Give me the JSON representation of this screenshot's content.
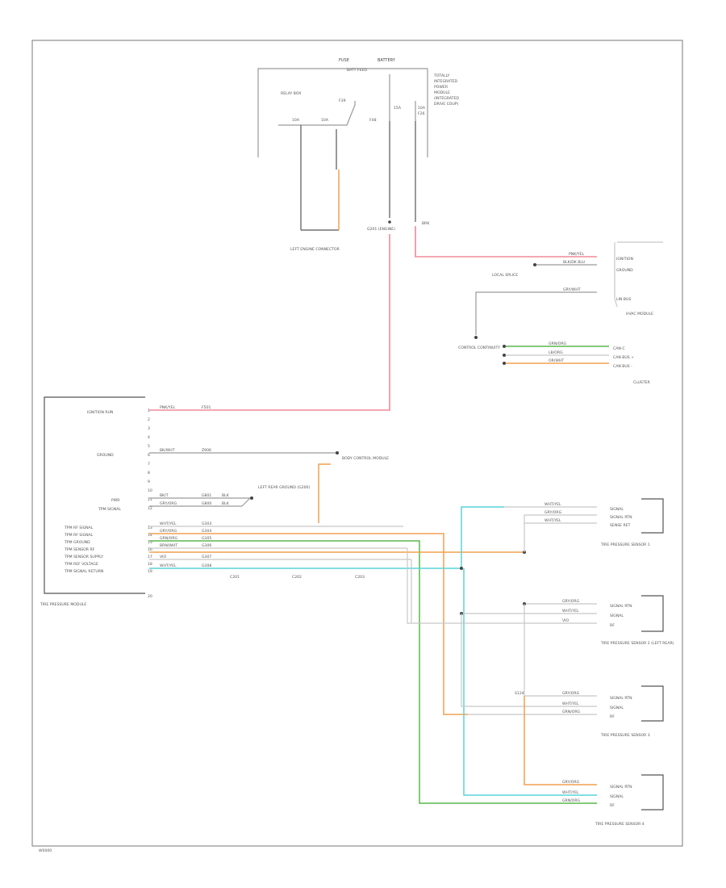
{
  "footer": {
    "ref": "W0000"
  },
  "fuse_block": {
    "title_left": "FUSE",
    "title_right": "BATTERY",
    "subtitle": "BATT FEED",
    "note_lines": [
      "TOTALLY",
      "INTEGRATED",
      "POWER",
      "MODULE",
      "(INTEGRATED",
      "DRIVE COUP)"
    ],
    "relay_label": "RELAY BOX",
    "fuse_labels": [
      "F39",
      "F48"
    ],
    "left_fuses": [
      "10A",
      "10A"
    ],
    "right_fuse_caption": [
      "15A",
      "10A",
      "F26"
    ]
  },
  "connectors": {
    "left_conn": "LEFT ENGINE CONNECTOR",
    "mid_conn": "G201 (ENGINE)",
    "right_conn": "BRK",
    "splice": "S124"
  },
  "hvac": {
    "wires": [
      "PNK/YEL",
      "BLK/DK BLU",
      "GRY/WHT"
    ],
    "pins": [
      "IGNITION",
      "GROUND",
      "LIN BUS"
    ],
    "splice": "LOCAL SPLICE",
    "module": "HVAC MODULE"
  },
  "cluster": {
    "source": "CONTROL CONTINUITY",
    "wires": [
      "GRN/ORG",
      "LB/ORG",
      "OR/WHT"
    ],
    "pins": [
      "CAN-C",
      "CAN BUS +",
      "CAN BUS -"
    ],
    "module": "CLUSTER"
  },
  "tpm_module": {
    "title": "TIRE PRESSURE MODULE",
    "pins": [
      "IGNITION RUN",
      "GROUND",
      "PWR",
      "TPM SIGNAL",
      "TPM RF SIGNAL",
      "TPM RF SIGNAL",
      "TPM GROUND",
      "TPM SENSOR RF",
      "TPM SENSOR SUPPLY",
      "TPM REF VOLTAGE",
      "TPM SIGNAL RETURN"
    ],
    "pin_numbers": [
      "1",
      "2",
      "3",
      "4",
      "5",
      "6",
      "7",
      "8",
      "9",
      "10",
      "11",
      "12",
      "13",
      "14",
      "15",
      "16",
      "17",
      "18",
      "19",
      "20"
    ],
    "rows": [
      {
        "wire": "PNK/YEL",
        "code": "F501"
      },
      {
        "wire": "BK/WHT",
        "code": "Z906"
      },
      {
        "wire": "BK/T",
        "code": "G801",
        "extra": "BLK"
      },
      {
        "wire": "GRY/ORG",
        "code": "G800",
        "extra": "BLK"
      },
      {
        "wire": "WHT/YEL",
        "code": "G303"
      },
      {
        "wire": "GRY/ORG",
        "code": "G304"
      },
      {
        "wire": "GRN/ORG",
        "code": "G305"
      },
      {
        "wire": "BRN/WHT",
        "code": "G306"
      },
      {
        "wire": "VIO",
        "code": "G307"
      },
      {
        "wire": "WHT/YEL",
        "code": "G308"
      }
    ],
    "splices": [
      "C201",
      "C202",
      "C203"
    ],
    "ground_label": "LEFT REAR GROUND (G200)",
    "body_ctrl": "BODY CONTROL MODULE"
  },
  "sensors": [
    {
      "title": "TIRE PRESSURE SENSOR 1",
      "wires": [
        "WHT/YEL",
        "GRY/ORG",
        "WHT/YEL"
      ],
      "pins": [
        "SIGNAL",
        "SIGNAL RTN",
        "SENSE RET"
      ]
    },
    {
      "title": "TIRE PRESSURE SENSOR 2 (LEFT REAR)",
      "wires": [
        "GRY/ORG",
        "WHT/YEL",
        "VIO"
      ],
      "pins": [
        "SIGNAL RTN",
        "SIGNAL",
        "RF"
      ]
    },
    {
      "title": "TIRE PRESSURE SENSOR 3",
      "wires": [
        "GRY/ORG",
        "WHT/YEL",
        "GRN/ORG"
      ],
      "pins": [
        "SIGNAL RTN",
        "SIGNAL",
        "RF"
      ]
    },
    {
      "title": "TIRE PRESSURE SENSOR 4",
      "wires": [
        "GRY/ORG",
        "WHT/YEL",
        "GRN/ORG"
      ],
      "pins": [
        "SIGNAL RTN",
        "SIGNAL",
        "RF"
      ]
    }
  ]
}
